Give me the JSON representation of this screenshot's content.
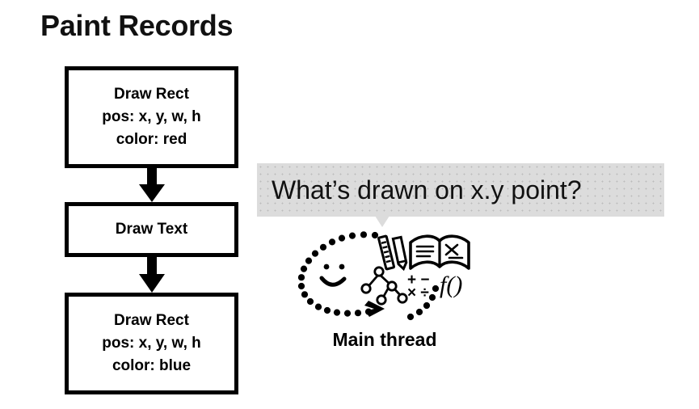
{
  "slide": {
    "title": "Paint Records",
    "background_color": "#ffffff",
    "ink_color": "#000000"
  },
  "paint_records": {
    "boxes": [
      {
        "name": "draw-rect-red",
        "line1": "Draw Rect",
        "line2": "pos: x, y, w, h",
        "line3": "color: red"
      },
      {
        "name": "draw-text",
        "line1": "Draw Text",
        "line2": "",
        "line3": ""
      },
      {
        "name": "draw-rect-blue",
        "line1": "Draw Rect",
        "line2": "pos: x, y, w, h",
        "line3": "color: blue"
      }
    ],
    "arrows": [
      {
        "name": "arrow-down-1",
        "icon": "arrow-down-icon"
      },
      {
        "name": "arrow-down-2",
        "icon": "arrow-down-icon"
      }
    ]
  },
  "question_bubble": {
    "text": "What’s drawn on x.y point?",
    "background_color": "#dcdcdc",
    "tail_icon": "bubble-tail-icon"
  },
  "thinking": {
    "label": "Main thread",
    "icon": "thinking-head-icon",
    "elements": [
      "dotted-head-outline",
      "smiley-face",
      "ruler",
      "pencil",
      "open-book",
      "node-tree-diagram",
      "math-symbols",
      "function-notation"
    ],
    "math_symbols_top": "+ −",
    "math_symbols_bottom": "× ÷",
    "function_notation": "f()"
  }
}
